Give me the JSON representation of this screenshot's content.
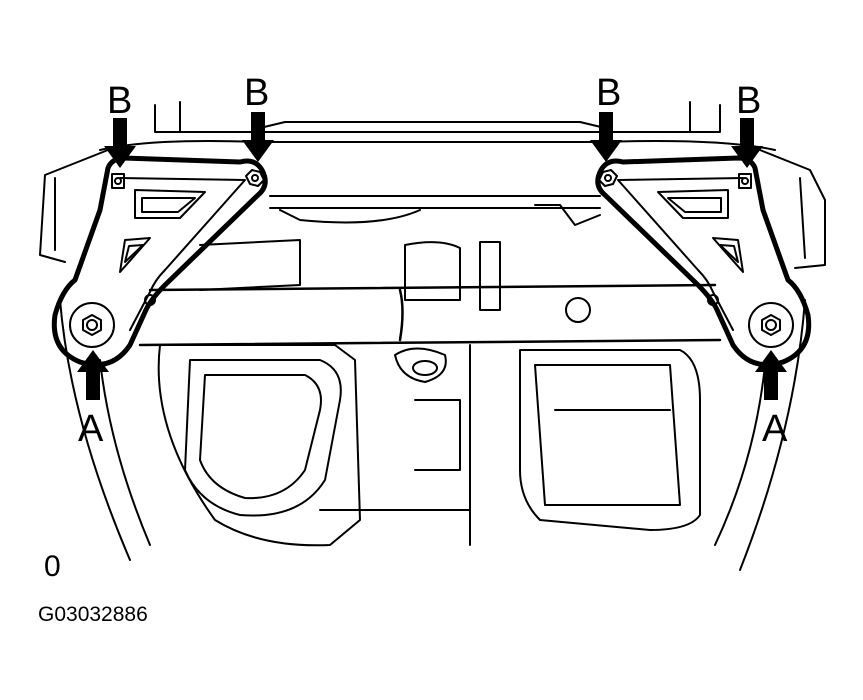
{
  "callouts": {
    "b1": "B",
    "b2": "B",
    "b3": "B",
    "b4": "B",
    "a_left": "A",
    "a_right": "A"
  },
  "corner_marker": "0",
  "figure_id": "G03032886",
  "colors": {
    "line": "#000000",
    "background": "#ffffff"
  },
  "icons": [
    "down-arrow-icon",
    "up-arrow-icon",
    "bolt-icon",
    "nut-icon"
  ]
}
